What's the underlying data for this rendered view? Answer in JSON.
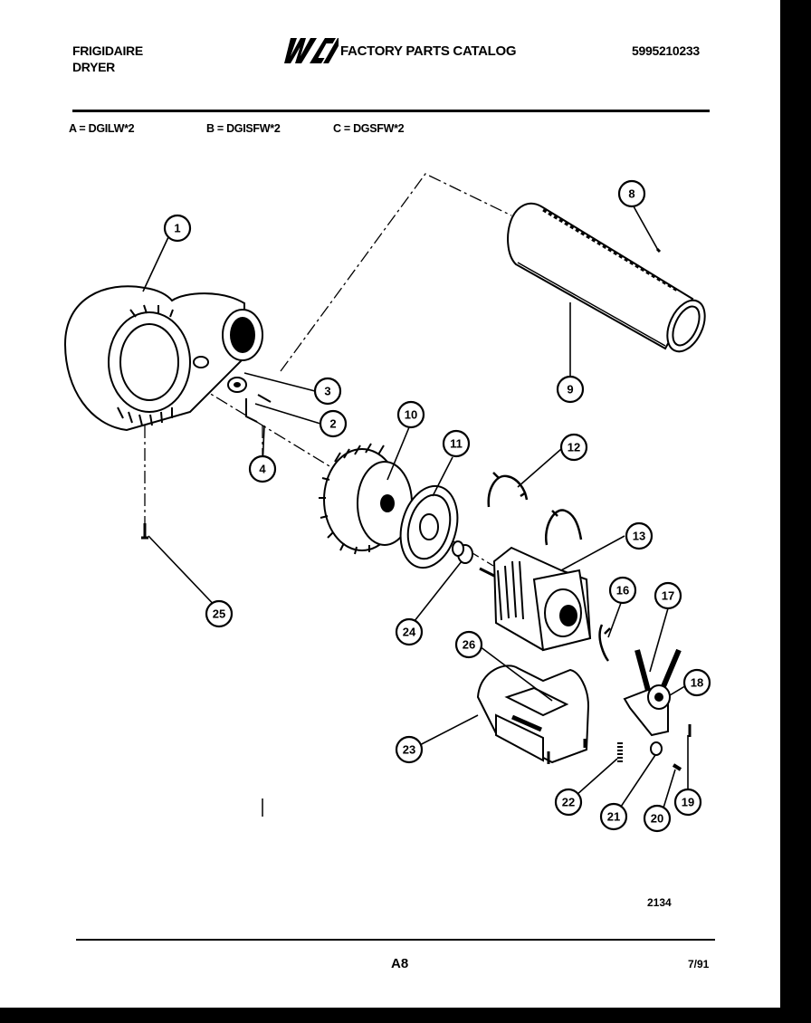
{
  "header": {
    "brand": "FRIGIDAIRE",
    "product": "DRYER",
    "logo": "WCI",
    "catalog_title": "FACTORY PARTS CATALOG",
    "part_number": "5995210233"
  },
  "models": {
    "a": "A = DGILW*2",
    "b": "B = DGISFW*2",
    "c": "C = DGSFW*2"
  },
  "callouts": [
    "1",
    "2",
    "3",
    "4",
    "8",
    "9",
    "10",
    "11",
    "12",
    "13",
    "16",
    "17",
    "18",
    "19",
    "20",
    "21",
    "22",
    "23",
    "24",
    "25",
    "26"
  ],
  "footer": {
    "drawing_number": "2134",
    "page": "A8",
    "date": "7/91"
  }
}
